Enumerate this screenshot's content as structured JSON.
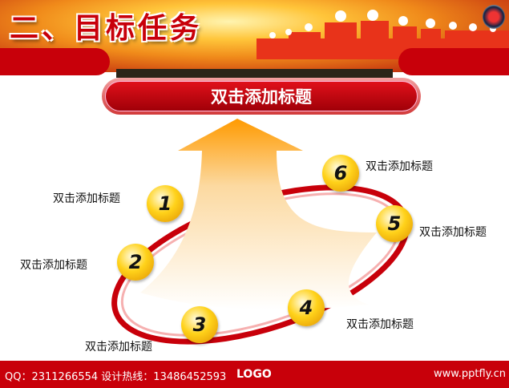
{
  "header": {
    "title": "二、目标任务"
  },
  "main": {
    "title_button": "双击添加标题",
    "steps": [
      {
        "number": "1",
        "label": "双击添加标题"
      },
      {
        "number": "2",
        "label": "双击添加标题"
      },
      {
        "number": "3",
        "label": "双击添加标题"
      },
      {
        "number": "4",
        "label": "双击添加标题"
      },
      {
        "number": "5",
        "label": "双击添加标题"
      },
      {
        "number": "6",
        "label": "双击添加标题"
      }
    ]
  },
  "footer": {
    "contact": "QQ：2311266554 设计热线：13486452593",
    "logo": "LOGO",
    "website": "www.pptfly.cn"
  },
  "colors": {
    "brand_red": "#c8000a",
    "ball_yellow": "#ffd21a"
  }
}
